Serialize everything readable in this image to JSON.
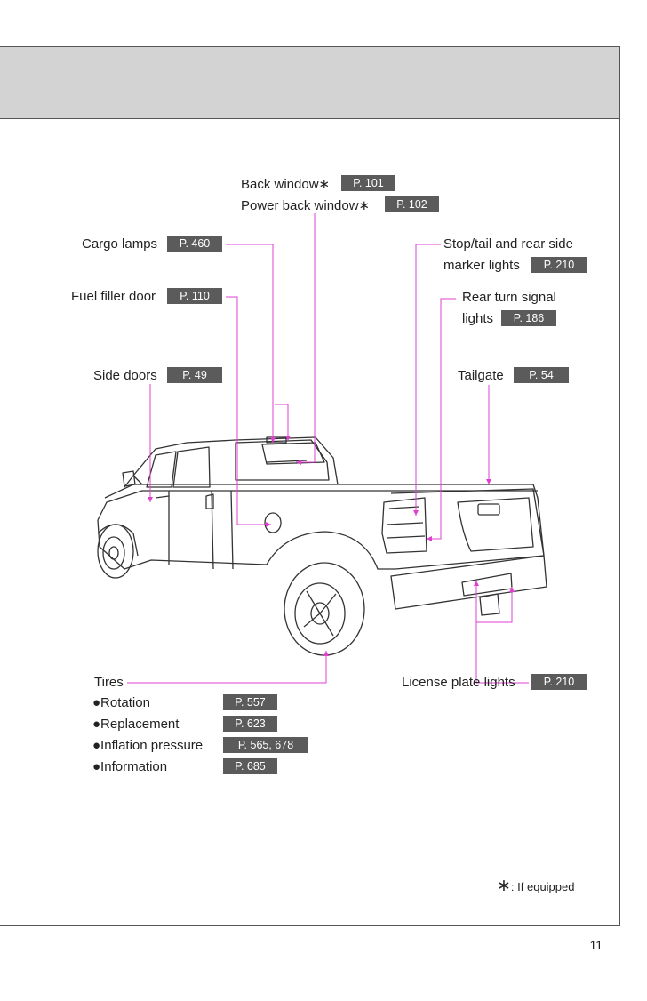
{
  "callouts": {
    "back_window": {
      "label": "Back window∗",
      "page": "P. 101"
    },
    "power_back_window": {
      "label": "Power back window∗",
      "page": "P. 102"
    },
    "cargo_lamps": {
      "label": "Cargo lamps",
      "page": "P. 460"
    },
    "fuel_filler_door": {
      "label": "Fuel filler door",
      "page": "P. 110"
    },
    "side_doors": {
      "label": "Side doors",
      "page": "P. 49"
    },
    "stop_tail": {
      "label_line1": "Stop/tail and rear side",
      "label_line2": "marker lights",
      "page": "P. 210"
    },
    "rear_turn": {
      "label_line1": "Rear turn signal",
      "label_line2": "lights",
      "page": "P. 186"
    },
    "tailgate": {
      "label": "Tailgate",
      "page": "P. 54"
    },
    "license_plate": {
      "label": "License plate lights",
      "page": "P. 210"
    }
  },
  "tires": {
    "label": "Tires",
    "items": [
      {
        "label": "●Rotation",
        "page": "P. 557"
      },
      {
        "label": "●Replacement",
        "page": "P. 623"
      },
      {
        "label": "●Inflation pressure",
        "page": "P. 565, 678"
      },
      {
        "label": "●Information",
        "page": "P. 685"
      }
    ]
  },
  "footnote": {
    "symbol": "∗",
    "text": ": If equipped"
  },
  "page_number": "11",
  "colors": {
    "leader": "#e040d0",
    "tag_bg": "#5b5b5b",
    "header_bg": "#d3d3d3"
  }
}
